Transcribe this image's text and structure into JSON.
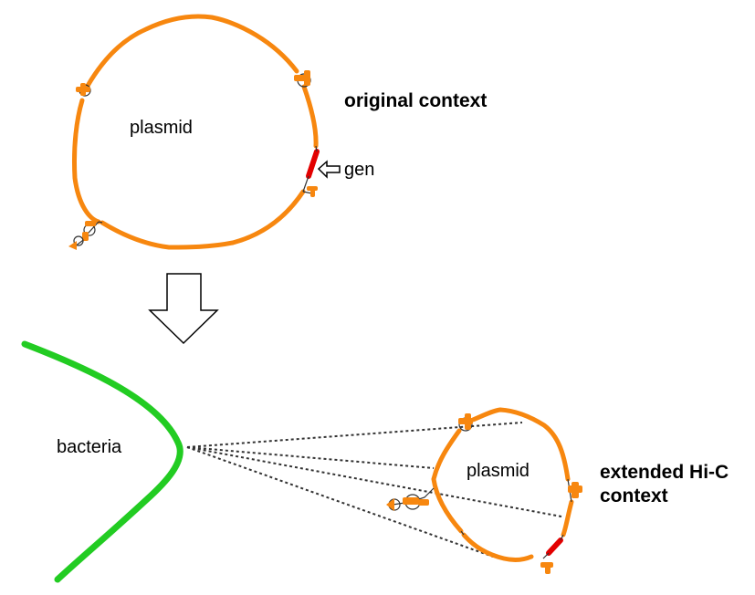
{
  "labels": {
    "plasmid_top": "plasmid",
    "original_context": "original context",
    "gene": "gen",
    "bacteria": "bacteria",
    "plasmid_bottom": "plasmid",
    "extended_line1": "extended Hi-C",
    "extended_line2": "context"
  },
  "colors": {
    "plasmid": "#f7870f",
    "gene": "#e30000",
    "bacteria": "#22cc22",
    "links": "#333333"
  },
  "icons": {
    "gene_pointer": "hollow-left-arrow",
    "transition": "hollow-down-arrow"
  }
}
